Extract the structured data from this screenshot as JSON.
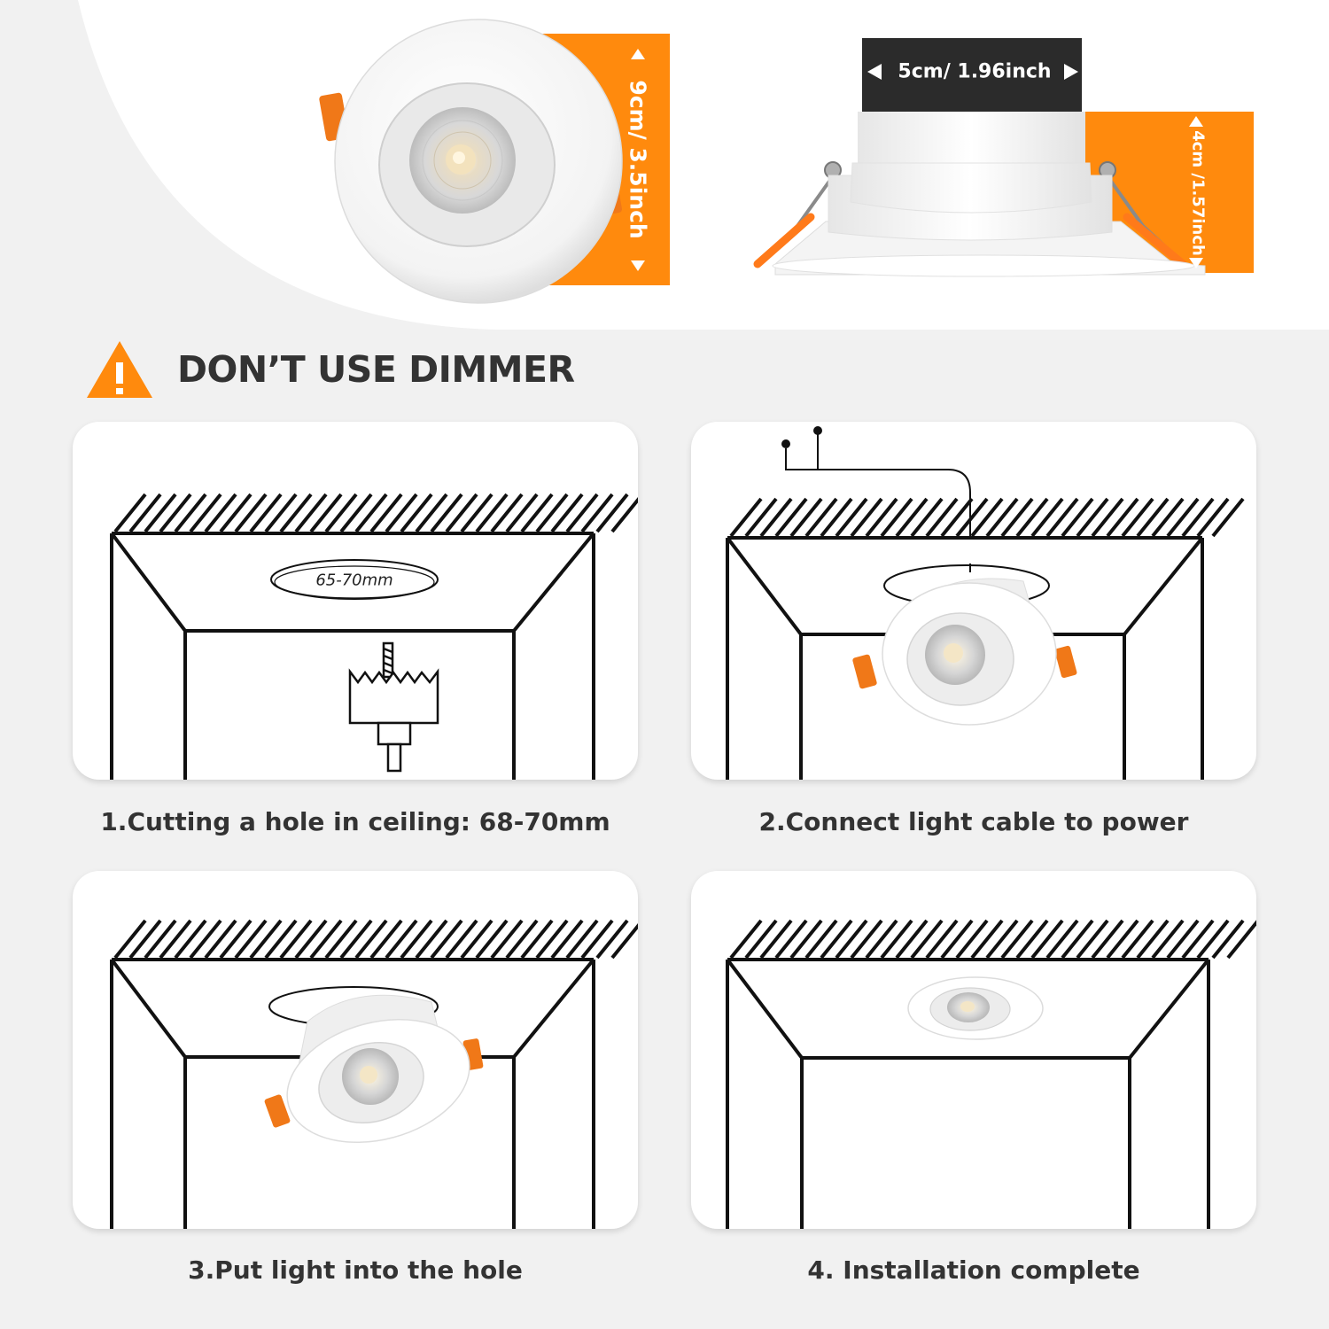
{
  "dimensions": {
    "diameter": "9cm/ 3.5inch",
    "width": "5cm/ 1.96inch",
    "height": "4cm /1.57inch"
  },
  "warning": {
    "icon": "warning-triangle-icon",
    "title": "DON’T USE DIMMER"
  },
  "steps": [
    {
      "caption": "1.Cutting a hole in ceiling: 68-70mm",
      "hole_label": "65-70mm"
    },
    {
      "caption": "2.Connect light cable to power"
    },
    {
      "caption": "3.Put light into the hole"
    },
    {
      "caption": "4. Installation complete"
    }
  ],
  "colors": {
    "accent": "#ff8a0d",
    "dark_label": "#2b2b2b",
    "text": "#333333",
    "card": "#ffffff",
    "background": "#f1f1f1"
  }
}
